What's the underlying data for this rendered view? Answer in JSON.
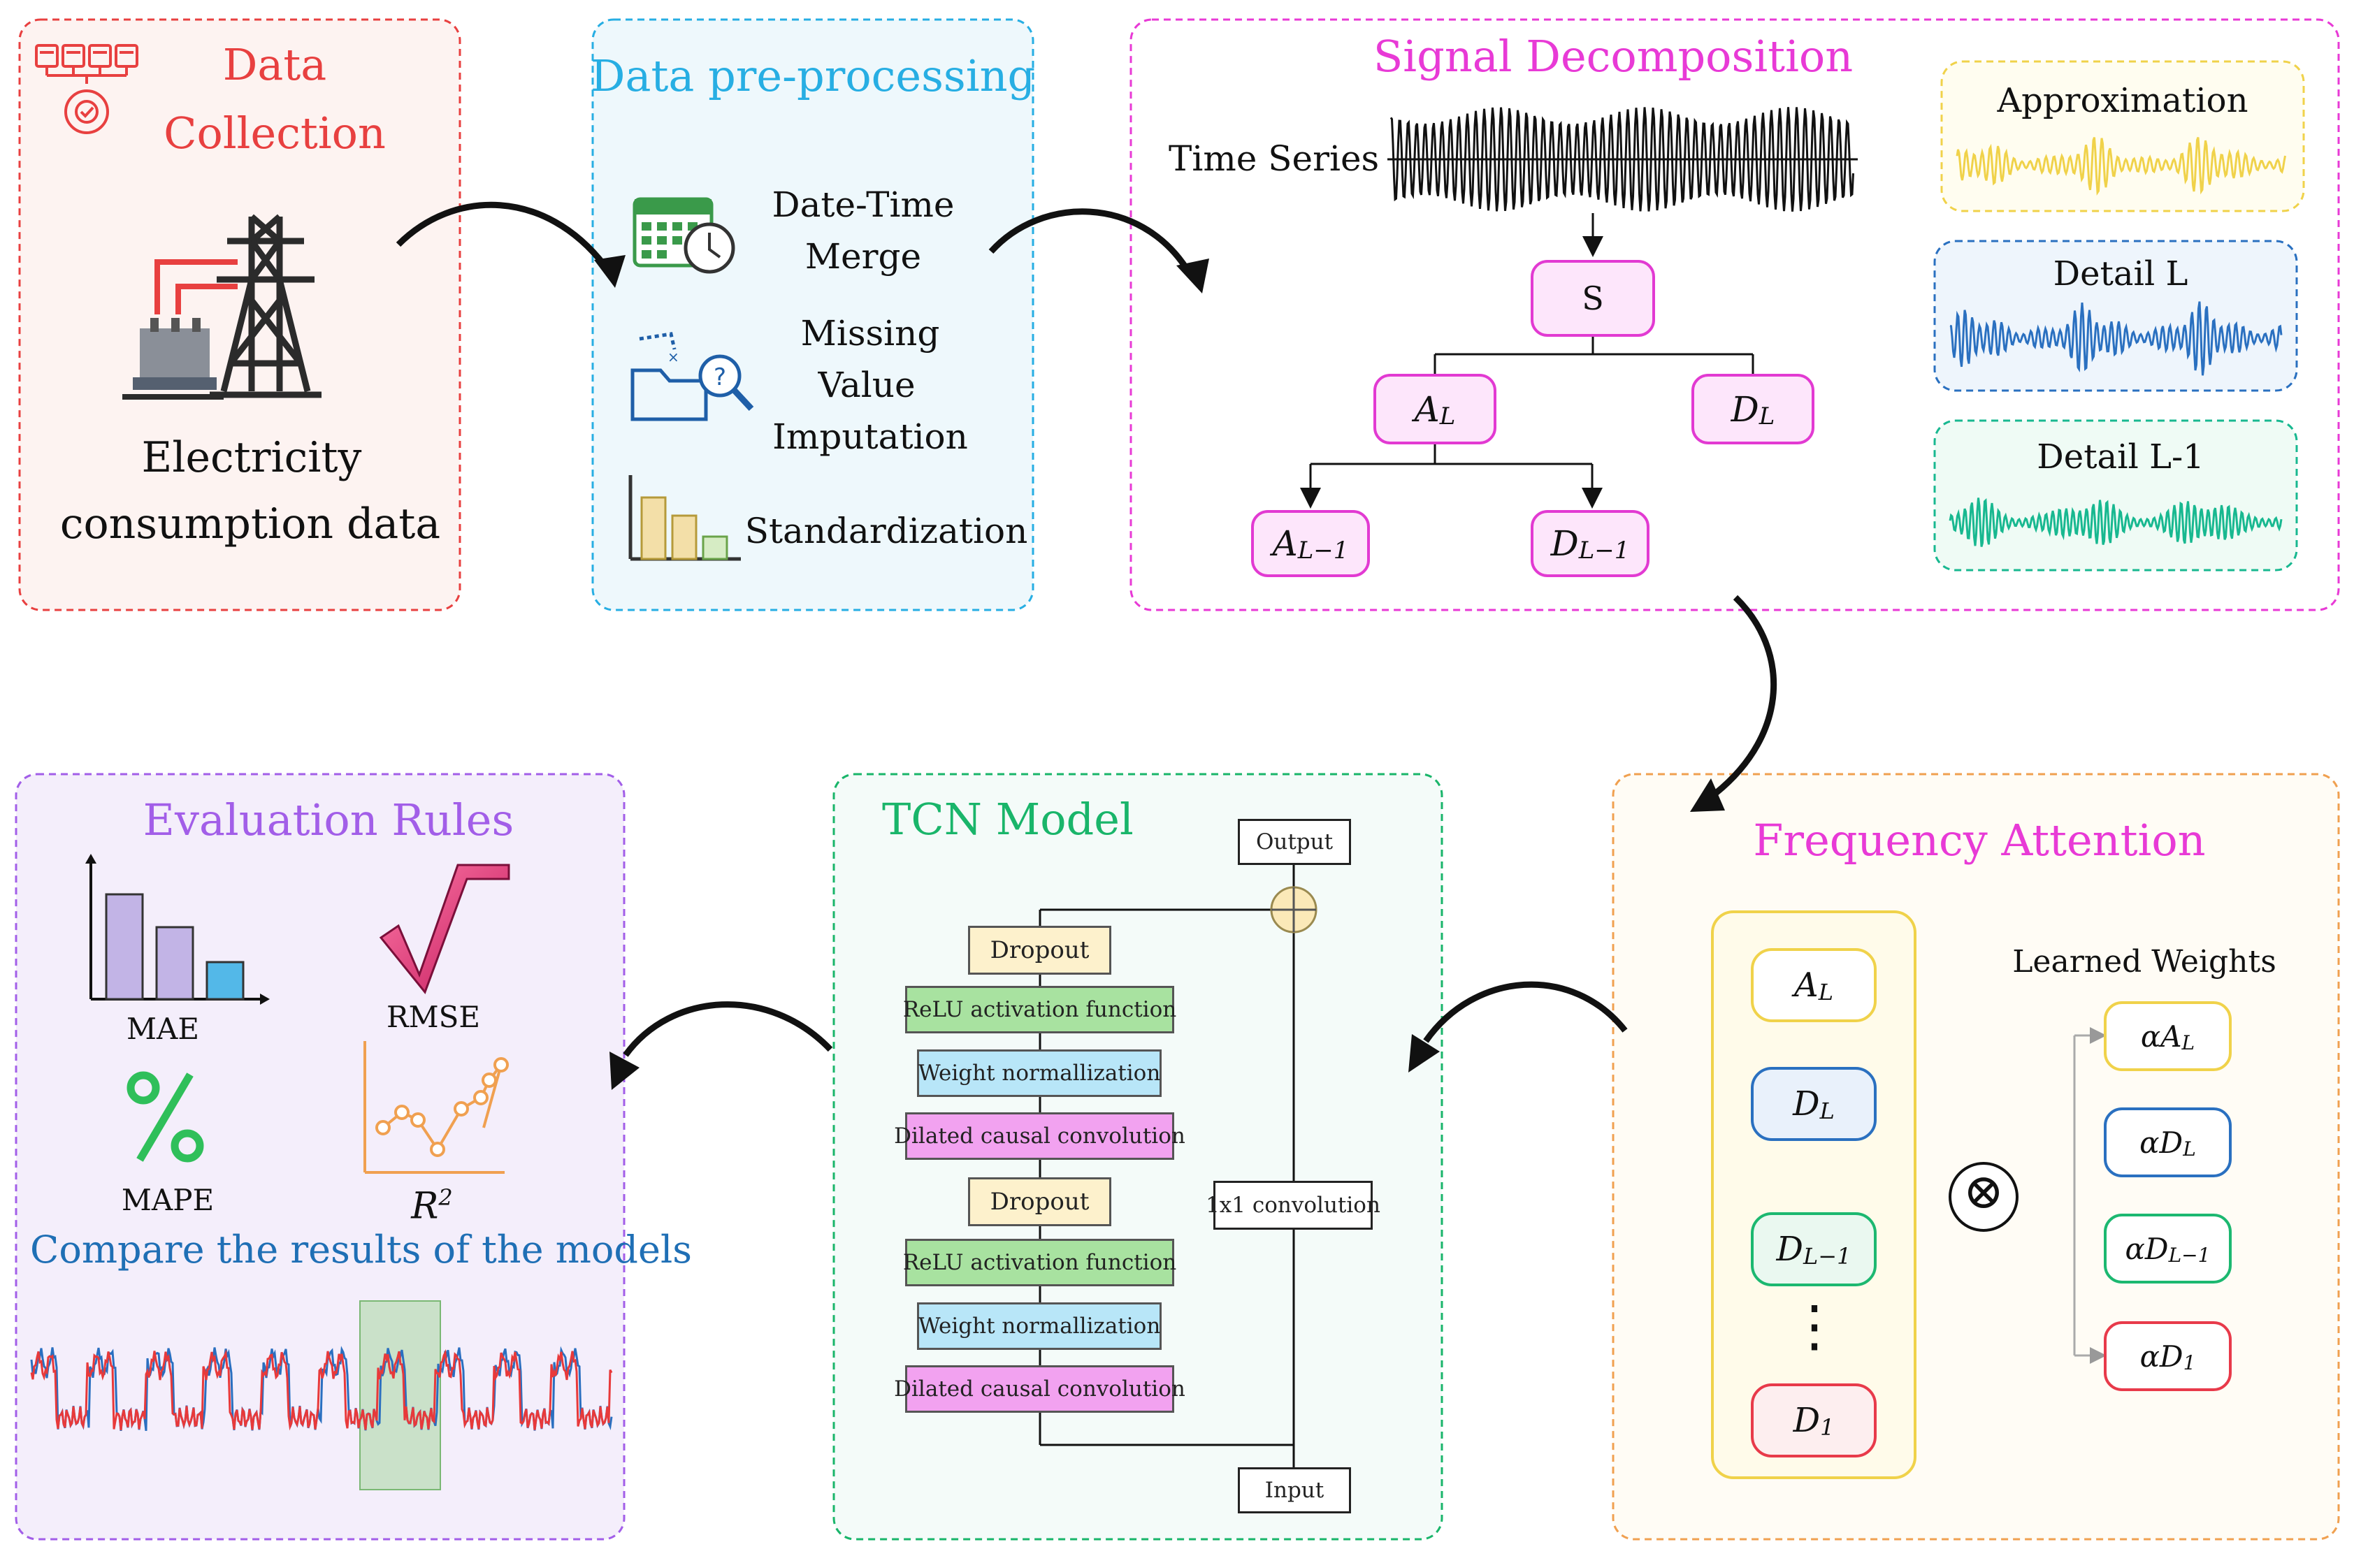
{
  "colors": {
    "collection": "#e84040",
    "preprocessing": "#27aee3",
    "decomposition": "#e83ad6",
    "attention": "#f0a050",
    "attention_title": "#e83ad6",
    "tcn": "#19b56a",
    "evaluation": "#a25ee8",
    "evaluation_subtitle": "#1f6fb5",
    "approx": "#f0d24a",
    "detail_l": "#2a70c0",
    "detail_l1": "#18b890",
    "node_a": "#f0d24a",
    "node_d": "#2a70c0",
    "node_dl1": "#1cb870",
    "node_d1": "#e83a4a"
  },
  "data_collection": {
    "title_line1": "Data",
    "title_line2": "Collection",
    "caption_line1": "Electricity",
    "caption_line2": "consumption data",
    "icons": [
      "server-gear-icon",
      "transmission-tower-icon",
      "transformer-icon"
    ]
  },
  "preprocessing": {
    "title": "Data pre-processing",
    "step1_line1": "Date-Time",
    "step1_line2": "Merge",
    "step2_line1": "Missing",
    "step2_line2": "Value",
    "step2_line3": "Imputation",
    "step3": "Standardization",
    "icons": [
      "calendar-clock-icon",
      "folder-search-icon",
      "bar-chart-icon"
    ]
  },
  "decomposition": {
    "title": "Signal Decomposition",
    "time_series_label": "Time Series",
    "root": "S",
    "a_l": "A",
    "a_l_sub": "L",
    "d_l": "D",
    "d_l_sub": "L",
    "a_l1": "A",
    "a_l1_sub": "L−1",
    "d_l1": "D",
    "d_l1_sub": "L−1",
    "approximation": "Approximation",
    "detail_l": "Detail L",
    "detail_l1": "Detail L-1"
  },
  "attention": {
    "title": "Frequency Attention",
    "learned_weights": "Learned Weights",
    "inputs": [
      {
        "sym": "A",
        "sub": "L"
      },
      {
        "sym": "D",
        "sub": "L"
      },
      {
        "sym": "D",
        "sub": "L−1"
      },
      {
        "sym": "D",
        "sub": "1"
      }
    ],
    "weights": [
      {
        "sym": "αA",
        "sub": "L"
      },
      {
        "sym": "αD",
        "sub": "L"
      },
      {
        "sym": "αD",
        "sub": "L−1"
      },
      {
        "sym": "αD",
        "sub": "1"
      }
    ],
    "operator": "⊗",
    "ellipsis": "⋮"
  },
  "tcn": {
    "title": "TCN Model",
    "output": "Output",
    "input": "Input",
    "conv1x1": "1x1 convolution",
    "layers_block1": [
      "Dropout",
      "ReLU activation function",
      "Weight normallization",
      "Dilated causal convolution"
    ],
    "layers_block2": [
      "Dropout",
      "ReLU activation function",
      "Weight normallization",
      "Dilated causal convolution"
    ]
  },
  "evaluation": {
    "title": "Evaluation Rules",
    "mae": "MAE",
    "rmse": "RMSE",
    "mape": "MAPE",
    "r2": "R",
    "r2_sup": "2",
    "percent_symbol": "%",
    "compare": "Compare the results of the models",
    "icons": [
      "bar-chart-icon",
      "square-root-icon",
      "percent-icon",
      "scatter-line-icon"
    ]
  }
}
